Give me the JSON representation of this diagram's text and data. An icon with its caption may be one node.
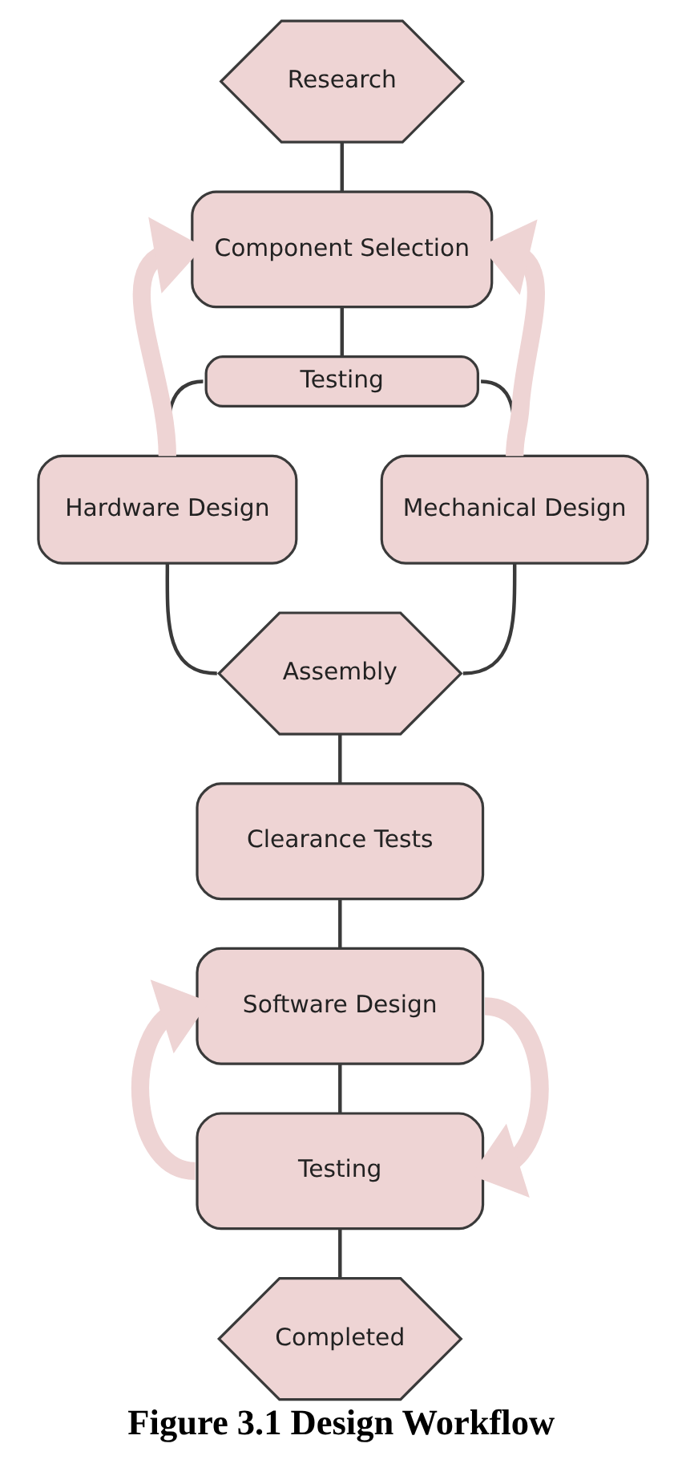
{
  "diagram": {
    "caption": "Figure 3.1 Design Workflow",
    "nodes": [
      {
        "text": [
          "Research"
        ]
      },
      {
        "text": [
          "Component Selection"
        ]
      },
      {
        "text": [
          "Testing"
        ]
      },
      {
        "text": [
          "Hardware Design"
        ]
      },
      {
        "text": [
          "Mechanical Design"
        ]
      },
      {
        "text": [
          "Assembly"
        ]
      },
      {
        "text": [
          "Clearance Tests"
        ]
      },
      {
        "text": [
          "Software Design"
        ]
      },
      {
        "text": [
          "Testing"
        ]
      },
      {
        "text": [
          "Completed"
        ]
      }
    ],
    "edges": [
      {
        "from": 0,
        "to": 1,
        "arrow": "none"
      },
      {
        "from": 1,
        "to": 2,
        "arrow": "none"
      },
      {
        "from": 2,
        "to": 3,
        "arrow": "none"
      },
      {
        "from": 2,
        "to": 4,
        "arrow": "none"
      },
      {
        "from": 3,
        "to": 5,
        "arrow": "none"
      },
      {
        "from": 4,
        "to": 5,
        "arrow": "none"
      },
      {
        "from": 5,
        "to": 6,
        "arrow": "none"
      },
      {
        "from": 6,
        "to": 7,
        "arrow": "none"
      },
      {
        "from": 7,
        "to": 8,
        "arrow": "none"
      },
      {
        "from": 8,
        "to": 9,
        "arrow": "none"
      },
      {
        "from": 3,
        "to": 1,
        "arrow": "to",
        "style": "thick",
        "color": "#eed4d4"
      },
      {
        "from": 4,
        "to": 1,
        "arrow": "to",
        "style": "thick",
        "color": "#eed4d4"
      },
      {
        "from": 8,
        "to": 7,
        "arrow": "to",
        "style": "thick",
        "color": "#eed4d4"
      },
      {
        "from": 7,
        "to": 8,
        "arrow": "to",
        "style": "thick",
        "color": "#eed4d4"
      }
    ]
  }
}
